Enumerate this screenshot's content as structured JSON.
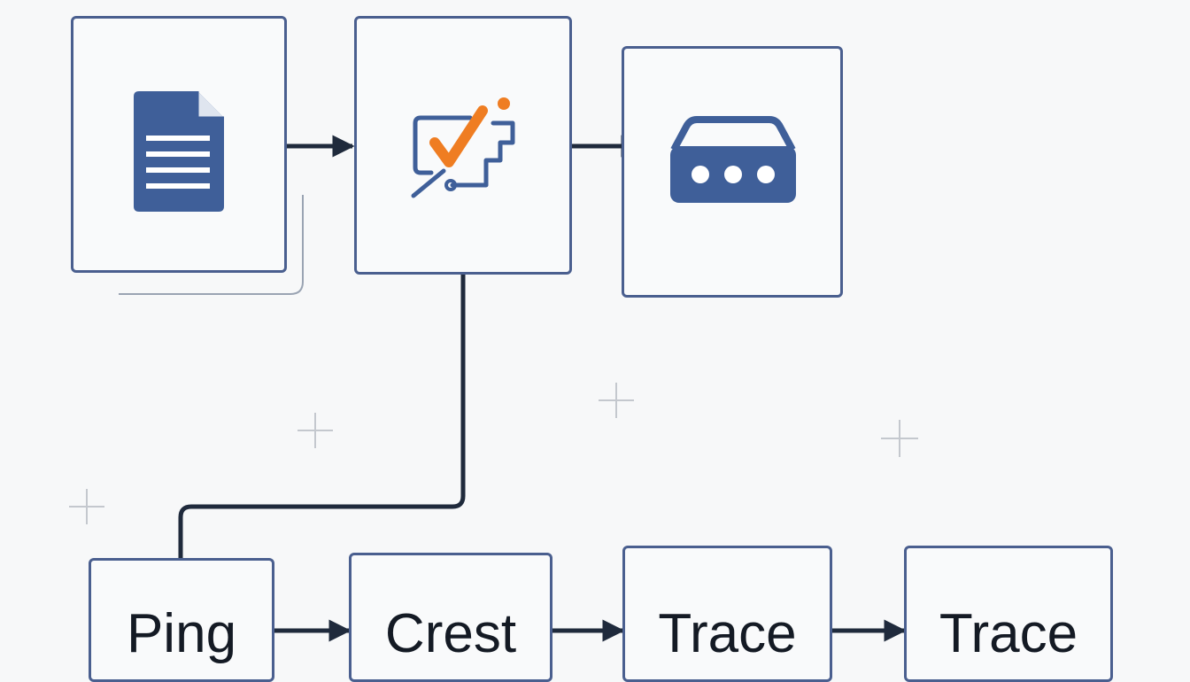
{
  "diagram": {
    "top_row": [
      {
        "id": "document",
        "icon": "document-icon"
      },
      {
        "id": "checklist",
        "icon": "check-process-icon"
      },
      {
        "id": "router",
        "icon": "router-icon"
      }
    ],
    "bottom_row": [
      {
        "id": "ping",
        "label": "Ping"
      },
      {
        "id": "crest",
        "label": "Crest"
      },
      {
        "id": "trace-1",
        "label": "Trace"
      },
      {
        "id": "trace-2",
        "label": "Trace"
      }
    ],
    "colors": {
      "box_border": "#4a5f8f",
      "icon_blue": "#3f5f99",
      "accent_orange": "#ef7d22",
      "connector": "#1f2a3c",
      "sparkle": "#c4c8ce"
    }
  }
}
